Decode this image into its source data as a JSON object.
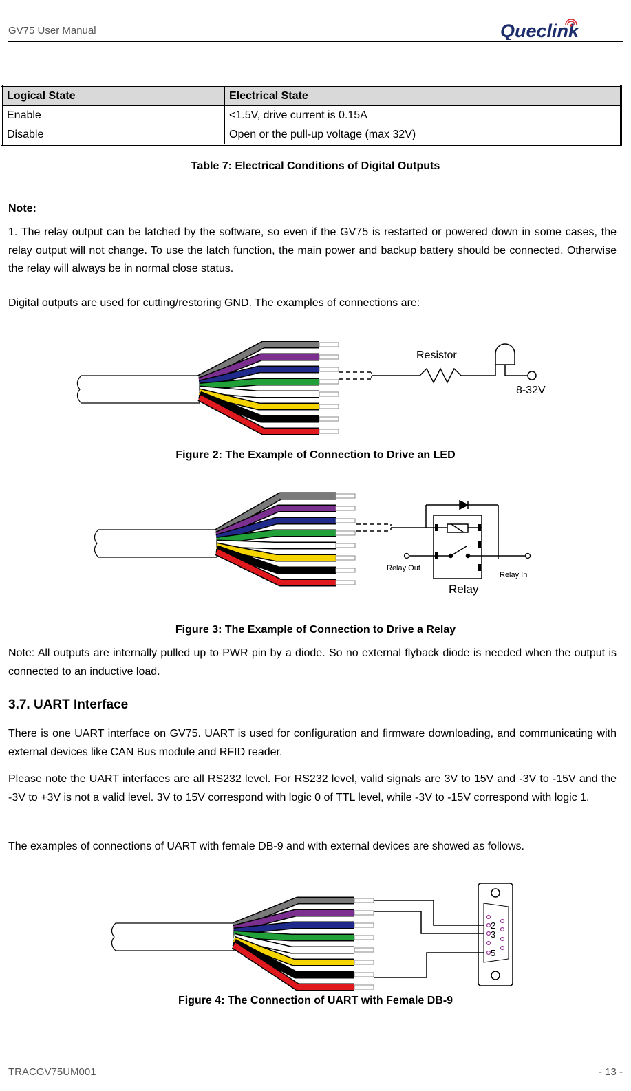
{
  "header": {
    "title": "GV75 User Manual",
    "logo_text": "Queclink"
  },
  "table": {
    "headers": [
      "Logical State",
      "Electrical State"
    ],
    "rows": [
      [
        "Enable",
        "<1.5V, drive current is 0.15A"
      ],
      [
        "Disable",
        "Open or the pull-up voltage (max 32V)"
      ]
    ],
    "caption": "Table 7: Electrical Conditions of Digital Outputs"
  },
  "note": {
    "heading": "Note:",
    "p1": "1. The relay output can be latched by the software, so even if the GV75 is restarted or powered down in some cases, the relay output will not change. To use the latch function, the main power and backup battery should be connected. Otherwise the relay will always be in normal close status.",
    "p2": "Digital outputs are used for cutting/restoring GND. The examples of connections are:"
  },
  "fig2": {
    "caption": "Figure 2: The Example of Connection to Drive an LED",
    "resistor_label": "Resistor",
    "voltage_label": "8-32V"
  },
  "fig3": {
    "caption": "Figure 3: The Example of Connection to Drive a Relay",
    "relay_out": "Relay Out",
    "relay_in": "Relay In",
    "relay_label": "Relay"
  },
  "note2": "Note: All outputs are internally pulled up to PWR pin by a diode. So no external flyback diode is needed when the output is connected to an inductive load.",
  "section": {
    "number": "3.7.",
    "title": "UART Interface"
  },
  "uart": {
    "p1": "There is one UART interface on GV75. UART is used for configuration and firmware downloading, and communicating with external devices like CAN Bus module and RFID reader.",
    "p2": "Please note the UART interfaces are all RS232 level. For RS232 level, valid signals are 3V to 15V and -3V to -15V and the -3V to +3V is not a valid level. 3V to 15V correspond with logic 0 of TTL level, while -3V to -15V correspond with logic 1.",
    "p3": "The examples of connections of UART with female DB-9 and with external devices are showed as follows."
  },
  "fig4": {
    "caption": "Figure 4: The Connection of UART with Female DB-9",
    "pins": [
      "2",
      "3",
      "5"
    ]
  },
  "footer": {
    "doc_id": "TRACGV75UM001",
    "page": "- 13 -"
  },
  "colors": {
    "wires": [
      "#7a7a7a",
      "#7b2f8f",
      "#1f2a8a",
      "#21a03a",
      "#ffffff",
      "#f5d400",
      "#000000",
      "#e0191e"
    ],
    "logo_blue": "#1d2d6b",
    "logo_red": "#d9232a"
  }
}
